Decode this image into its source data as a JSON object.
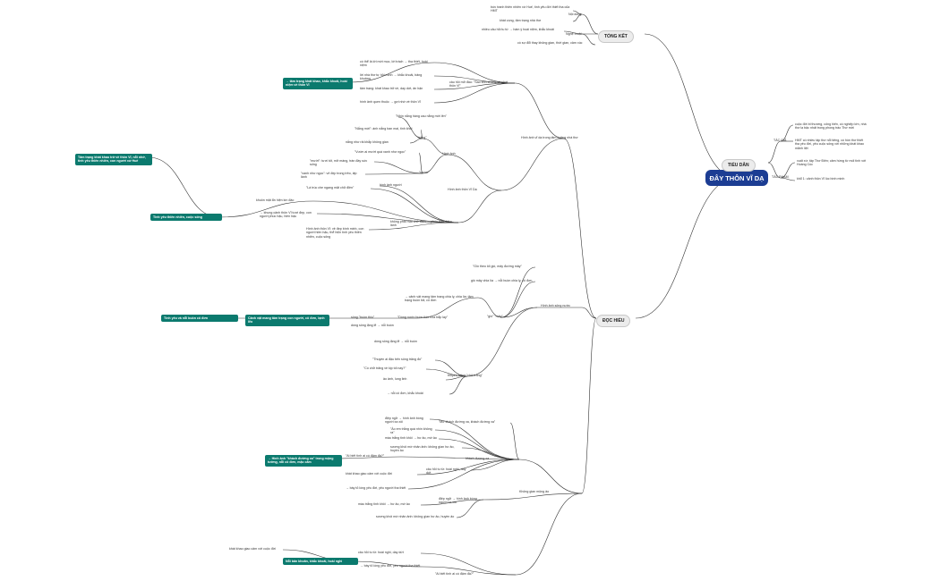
{
  "root": {
    "title": "ĐÂY THÔN VĨ DẠ"
  },
  "categories": {
    "tong_ket": "TỔNG KẾT",
    "tieu_dan": "TIỂU DẪN",
    "doc_hieu": "ĐỌC HIỂU"
  },
  "tong_ket": {
    "noi_dung": "Nội dung",
    "noi_dung_1": "bức tranh thiên nhiên xứ Huế, tình yêu đời thiết tha của HMT",
    "noi_dung_2": "khát vọng, tâm trạng nhà thơ",
    "nghe_thuat": "Nghệ thuật",
    "nghe_thuat_1": "nhiều câu hỏi tu từ → hàm ý hoài niệm, khắc khoải",
    "nghe_thuat_2": "có sự đổi thay không gian, thời gian, cảm xúc"
  },
  "tieu_dan": {
    "tac_gia": "TÁC GIẢ",
    "tac_gia_1": "cuộc đời bi thương, cống hiến, có nghiệp lớn, nhà thơ lạ bậc nhất trong phong trào Thơ mới",
    "tac_gia_2": "HMT có nhiều tập thơ nổi tiếng, có hồn thơ thiết tha yêu đời, yêu cuộc sống với những khát khao mãnh liệt",
    "tac_pham": "TÁC PHẨM",
    "tac_pham_1": "xuất xứ: tập Thơ Điên; cảm hứng từ mối tình với Hoàng Cúc",
    "tac_pham_2": "khổ 1: cảnh thôn Vĩ lúc bình minh"
  },
  "doc_hieu": {
    "kho1_title": "Hình ảnh vĩ dạ trong tâm tưởng nhà thơ",
    "kho1_q": "câu hỏi mở đầu: \"Sao anh không về chơi thôn Vĩ\"",
    "kho1_q_notes": [
      "có thể là lời mời mọc, lời trách → tha thiết, hoài niệm",
      "lời nhà thơ tự hỏi mình → khắc khoải, bâng khuâng",
      "tâm trạng: khát khao trở về, day dứt, ân hận",
      "hình ảnh quen thuộc → gợi nhớ về thôn Vĩ"
    ],
    "kho1_callout": "→ tâm trạng khát khao, khắc khoải, hoài niệm về thôn Vĩ",
    "thon_vi_title": "Hình ảnh thôn Vĩ Dạ",
    "canh_label": "Hình ảnh",
    "nang": "\"nắng\"",
    "nang_1": "\"Nhìn nắng hàng cau nắng mới lên\"",
    "nang_2": "\"Nắng mới\": ánh nắng ban mai, tinh khôi",
    "nang_3": "nắng như rải khắp không gian",
    "vuon": "\"vườn\"",
    "vuon_1": "\"Vườn ai mướt quá xanh như ngọc\"",
    "vuon_2": "\"mướt\": tươi tốt, mỡ màng, tràn đầy sức sống",
    "vuon_3": "\"xanh như ngọc\": vẻ đẹp trong trẻo, lấp lánh",
    "nguoi_label": "hình ảnh người",
    "nguoi_1": "\"Lá trúc che ngang mặt chữ điền\"",
    "nguoi_2": "không phải mặt chữ điền → phúc hậu, hiền lành",
    "nguoi_3": "khuôn mặt ẩn hiện kín đáo",
    "nguoi_callout": "→ khung cảnh thôn Vĩ tươi đẹp, con người phúc hậu, hiền hậu",
    "kho1_summary": "Hình ảnh thôn Vĩ: vẻ đẹp bình minh, con người hiền hậu, thể hiện tình yêu thiên nhiên, cuộc sống",
    "kho2_title": "Hình ảnh sông nước",
    "kho2_label": "\"gió\" \"mây\"",
    "kho2_1": "\"Gió theo lối gió, mây đường mây\"",
    "kho2_2": "gió mây chia lìa → nỗi buồn chia ly, cô đơn",
    "kho2_callout": "→ cảnh vật mang tâm trạng chia ly, chia lìa; tâm trạng buồn bã, cô đơn",
    "kho2_song": "sông \"buồn thiu\"",
    "kho2_song_1": "\"Dòng nước buồn thiu hoa bắp lay\"",
    "kho2_song_2": "dòng sông lặng lẽ → nỗi buồn",
    "thuyen": "thuyền trăng \"chở trăng\"",
    "thuyen_1": "\"Thuyền ai đậu bến sông trăng đó\"",
    "thuyen_2": "\"Có chở trăng về kịp tối nay?\"",
    "thuyen_3": "ảo ảnh, lung linh",
    "kho2_summary": "→ nỗi cô đơn, khắc khoải",
    "kho3_title": "Không gian mộng ảo",
    "kho3_label": "khách đường xa",
    "kho3_1": "\"Mơ khách đường xa, khách đường xa\"",
    "kho3_2": "điệp ngữ → hình ảnh bóng người xa xôi",
    "kho3_3": "\"Áo em trắng quá nhìn không ra\"",
    "kho3_4": "màu trắng tinh khôi → hư ảo, mờ ảo",
    "kho3_callout": "→ Hình ảnh \"khách đường xa\" trong mộng tưởng, nỗi cô đơn, mặc cảm",
    "ai_label": "\"Ai biết tình ai có đậm đà?\"",
    "ai_1": "câu hỏi tu từ: hoài nghi, day dứt",
    "ai_2": "khát khao giao cảm với cuộc đời",
    "ai_callout": "→ bày tỏ lòng yêu đời, yêu người tha thiết",
    "kho3_summary": "sương khói mờ nhân ảnh: không gian hư ảo, huyền ảo"
  },
  "left_notes": [
    "Tâm trạng khát khao trở về thôn Vĩ, nỗi nhớ, tình yêu thiên nhiên, con người xứ Huế",
    "Tình yêu thiên nhiên, cuộc sống",
    "Cảnh vật mang tâm trạng con người, cô đơn, lạnh lẽo",
    "Tình yêu và nỗi buồn cô đơn",
    "Nỗi băn khoăn, khắc khoải, hoài nghi"
  ]
}
